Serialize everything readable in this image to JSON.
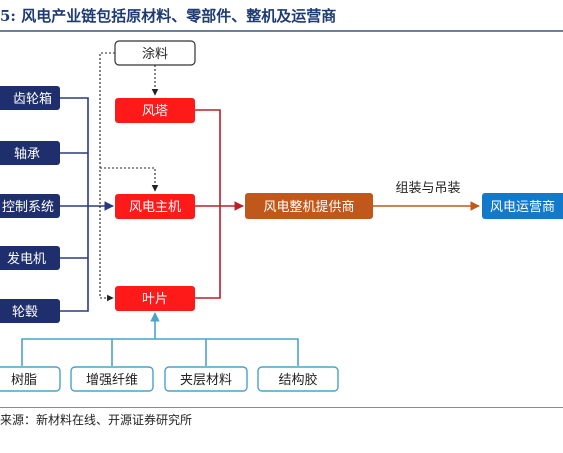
{
  "title": "5:  风电产业链包括原材料、零部件、整机及运营商",
  "source": "来源：新材料在线、开源证券研究所",
  "edge_label": "组装与吊装",
  "nodes": {
    "coating": "涂料",
    "tower": "风塔",
    "main_unit": "风电主机",
    "blade": "叶片",
    "whole_machine": "风电整机提供商",
    "operator": "风电运营商",
    "gearbox": "齿轮箱",
    "bearing": "轴承",
    "control": "控制系统",
    "generator": "发电机",
    "hub": "轮毂",
    "resin": "树脂",
    "reinforced_fiber": "增强纤维",
    "core_material": "夹层材料",
    "adhesive": "结构胶"
  },
  "colors": {
    "navy": "#1f2f6e",
    "red": "#ff1a1a",
    "brown": "#c0581c",
    "blue": "#1479c8",
    "teal": "#4aa3c8",
    "line_navy": "#2a3a82",
    "line_red": "#b8202a"
  }
}
